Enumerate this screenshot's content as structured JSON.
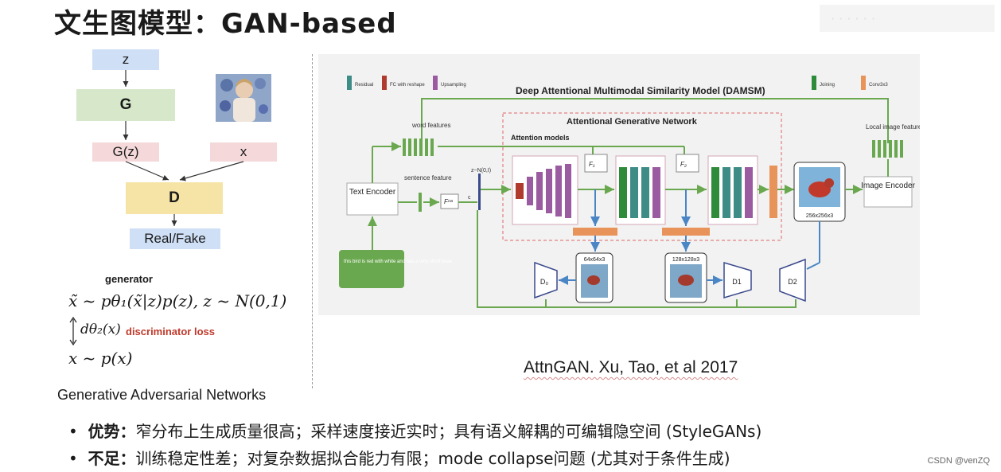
{
  "title": "文生图模型：GAN-based",
  "gan": {
    "z": "z",
    "G": "G",
    "Gz": "G(z)",
    "x": "x",
    "D": "D",
    "out": "Real/Fake",
    "caption": "Generative Adversarial Networks"
  },
  "math": {
    "generator_label": "generator",
    "disc_label": "discriminator loss",
    "eq1": "x̃ ~ pθ₁(x̃|z)p(z),  z ~ N(0,1)",
    "eq2": "dθ₂(x)",
    "eq3": "x ~ p(x)"
  },
  "attngan": {
    "legend": [
      "Residual",
      "FC with reshape",
      "Upsampling",
      "Joining",
      "Conv3x3"
    ],
    "damsm": "Deep Attentional Multimodal Similarity Model (DAMSM)",
    "agn": "Attentional Generative Network",
    "attention_models": "Attention models",
    "word_features": "word features",
    "sentence_feature": "sentence feature",
    "text_encoder": "Text Encoder",
    "image_encoder": "Image Encoder",
    "local_image_features": "Local image features",
    "noise": "z~N(0,I)",
    "fca": "Fᶜᵃ",
    "c": "c",
    "prompt": "this bird is red with white and has a very short beak",
    "res64": "64x64x3",
    "res128": "128x128x3",
    "res256": "256x256x3",
    "d0": "D₀",
    "d1": "D1",
    "d2": "D2",
    "caption": "AttnGAN. Xu, Tao, et al 2017"
  },
  "bullets": [
    {
      "head": "优势：",
      "text": "窄分布上生成质量很高；采样速度接近实时；具有语义解耦的可编辑隐空间 (StyleGANs)"
    },
    {
      "head": "不足：",
      "text": "训练稳定性差；对复杂数据拟合能力有限；mode collapse问题 (尤其对于条件生成)"
    }
  ],
  "footer": "CSDN @venZQ",
  "colors": {
    "blue_box": "#cfe0f6",
    "green_box": "#d6e8c9",
    "pink_box": "#f5d9da",
    "yellow_box": "#f6e4a6",
    "residual": "#3d8c86",
    "fc": "#b03a2e",
    "upsampling": "#9b5ba0",
    "joining": "#2e8b3a",
    "conv": "#e8935a",
    "arrow_green": "#6aa84f"
  }
}
